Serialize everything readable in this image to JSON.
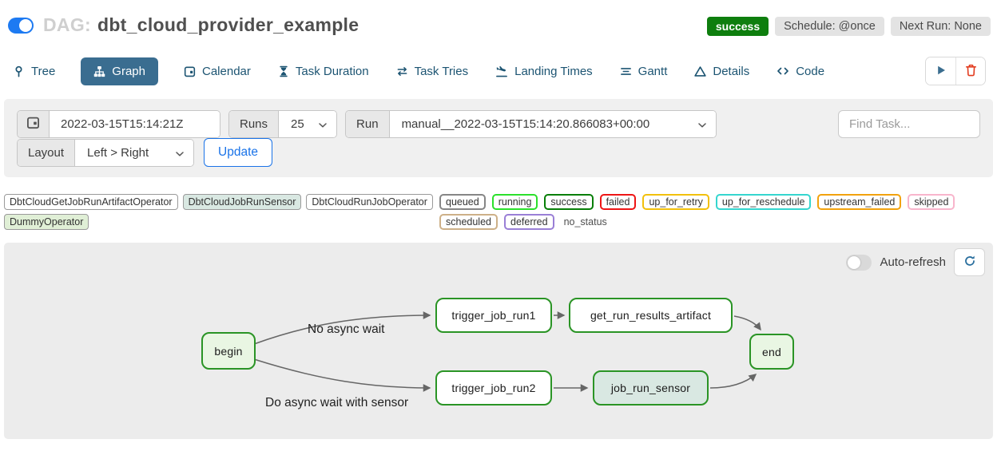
{
  "header": {
    "dag_toggle_on": true,
    "dag_prefix": "DAG:",
    "dag_title": "dbt_cloud_provider_example",
    "status_badge": "success",
    "schedule_badge": "Schedule: @once",
    "next_run_badge": "Next Run: None"
  },
  "colors": {
    "success_badge_bg": "#0e7e0e",
    "toggle_on_blue": "#1d7af2",
    "tab_active_bg": "#3a6d90",
    "tab_text": "#1c5472",
    "link_blue": "#1a73e8",
    "trash_red": "#e23b1e",
    "node_border_green": "#2a9425"
  },
  "tabs": [
    {
      "label": "Tree",
      "icon": "pin-icon",
      "active": false
    },
    {
      "label": "Graph",
      "icon": "sitemap-icon",
      "active": true
    },
    {
      "label": "Calendar",
      "icon": "calendar-icon",
      "active": false
    },
    {
      "label": "Task Duration",
      "icon": "hourglass-icon",
      "active": false
    },
    {
      "label": "Task Tries",
      "icon": "repeat-icon",
      "active": false
    },
    {
      "label": "Landing Times",
      "icon": "plane-landing-icon",
      "active": false
    },
    {
      "label": "Gantt",
      "icon": "gantt-icon",
      "active": false
    },
    {
      "label": "Details",
      "icon": "triangle-icon",
      "active": false
    },
    {
      "label": "Code",
      "icon": "code-icon",
      "active": false
    }
  ],
  "filters": {
    "base_date": {
      "value": "2022-03-15T15:14:21Z"
    },
    "runs": {
      "label": "Runs",
      "value": "25"
    },
    "run": {
      "label": "Run",
      "value": "manual__2022-03-15T15:14:20.866083+00:00"
    },
    "find_task": {
      "placeholder": "Find Task..."
    },
    "layout": {
      "label": "Layout",
      "value": "Left > Right"
    },
    "update_button": "Update"
  },
  "legend": {
    "operators": [
      {
        "label": "DbtCloudGetJobRunArtifactOperator",
        "color": "#ffffff"
      },
      {
        "label": "DbtCloudJobRunSensor",
        "color": "#d9e8e2"
      },
      {
        "label": "DbtCloudRunJobOperator",
        "color": "#ffffff"
      },
      {
        "label": "DummyOperator",
        "color": "#e0efd6"
      }
    ],
    "states": [
      {
        "label": "queued",
        "color": "#868686"
      },
      {
        "label": "running",
        "color": "#2be02b"
      },
      {
        "label": "success",
        "color": "#077e07"
      },
      {
        "label": "failed",
        "color": "#ee1515"
      },
      {
        "label": "up_for_retry",
        "color": "#f2c00c"
      },
      {
        "label": "up_for_reschedule",
        "color": "#35d6cf"
      },
      {
        "label": "upstream_failed",
        "color": "#f2a20d"
      },
      {
        "label": "skipped",
        "color": "#f8b5cc"
      },
      {
        "label": "scheduled",
        "color": "#cdb088"
      },
      {
        "label": "deferred",
        "color": "#9a7fd6"
      },
      {
        "label": "no_status",
        "color": "none"
      }
    ]
  },
  "graph": {
    "auto_refresh_label": "Auto-refresh",
    "auto_refresh_on": false,
    "edge_labels": [
      {
        "text": "No async wait"
      },
      {
        "text": "Do async wait with sensor"
      }
    ],
    "nodes": [
      {
        "label": "begin",
        "operator": "DummyOperator",
        "fill": "#e9f6e3",
        "border": "#2a9425"
      },
      {
        "label": "trigger_job_run1",
        "operator": "DbtCloudRunJobOperator",
        "fill": "#ffffff",
        "border": "#2a9425"
      },
      {
        "label": "get_run_results_artifact",
        "operator": "DbtCloudGetJobRunArtifactOperator",
        "fill": "#ffffff",
        "border": "#2a9425"
      },
      {
        "label": "end",
        "operator": "DummyOperator",
        "fill": "#e9f6e3",
        "border": "#2a9425"
      },
      {
        "label": "trigger_job_run2",
        "operator": "DbtCloudRunJobOperator",
        "fill": "#ffffff",
        "border": "#2a9425"
      },
      {
        "label": "job_run_sensor",
        "operator": "DbtCloudJobRunSensor",
        "fill": "#d9e8e2",
        "border": "#2a9425"
      }
    ]
  }
}
